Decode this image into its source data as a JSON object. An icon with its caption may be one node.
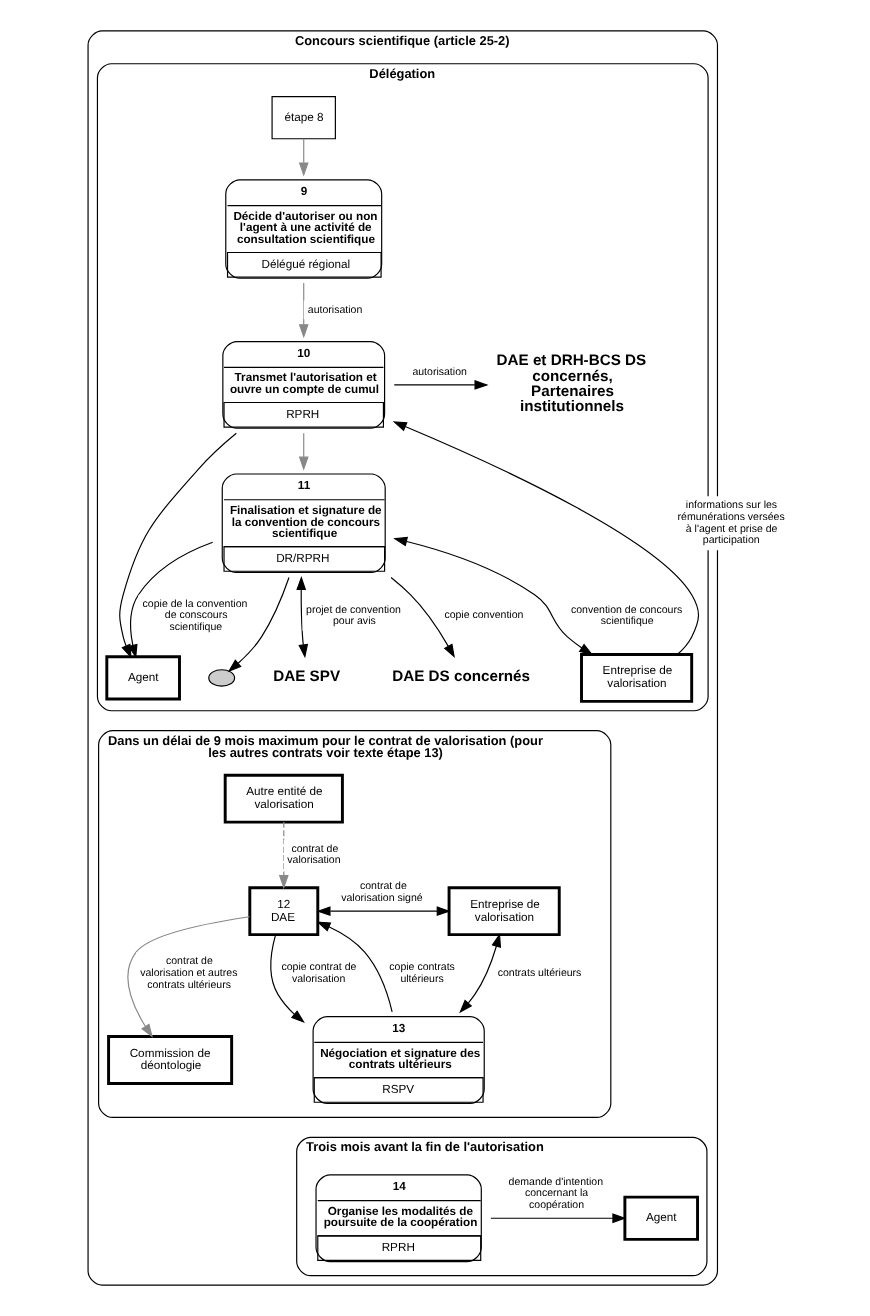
{
  "diagram": {
    "nodes": [
      {
        "text": [
          "Concours scientifique (article 25-2)"
        ]
      },
      {
        "text": [
          "Délégation"
        ],
        "in": 0
      },
      {
        "text": [
          "étape 8"
        ],
        "in": 1
      },
      {
        "text": [
          "9",
          "Décide d'autoriser ou non l'agent à une activité de consultation scientifique",
          "Délégué régional"
        ],
        "in": 1
      },
      {
        "text": [
          "DAE et DRH-BCS DS concernés, Partenaires institutionnels"
        ],
        "in": 1
      },
      {
        "text": [
          "10",
          "Transmet l'autorisation et ouvre un compte de cumul",
          "RPRH"
        ],
        "in": 1
      },
      {
        "text": [
          "Agent"
        ],
        "in": 1
      },
      {
        "text": [
          "DAE SPV"
        ],
        "in": 1
      },
      {
        "text": [
          "Entreprise de valorisation"
        ],
        "in": 1
      },
      {
        "text": [
          "11",
          "Finalisation et signature de la convention de concours scientifique",
          "DR/RPRH"
        ],
        "in": 1
      },
      {
        "text": [],
        "shape": "circle",
        "in": 1
      },
      {
        "text": [
          "DAE DS concernés"
        ],
        "in": 1
      },
      {
        "text": [
          "Dans un délai de 9 mois maximum pour le contrat de valorisation (pour les autres contrats voir texte étape 13)"
        ],
        "in": 0
      },
      {
        "text": [
          "Autre entité de valorisation"
        ],
        "in": 12
      },
      {
        "text": [
          "Entreprise de valorisation"
        ],
        "in": 12
      },
      {
        "text": [
          "12",
          "DAE"
        ],
        "in": 12
      },
      {
        "text": [
          "Commission de déontologie"
        ],
        "in": 12
      },
      {
        "text": [
          "13",
          "Négociation et signature des contrats ultérieurs",
          "RSPV"
        ],
        "in": 12
      },
      {
        "text": [
          "Trois mois avant la fin de l'autorisation"
        ],
        "in": 0
      },
      {
        "text": [
          "14",
          "Organise les modalités de poursuite de la coopération",
          "RPRH"
        ],
        "in": 18
      },
      {
        "text": [
          "Agent"
        ],
        "in": 18
      }
    ],
    "edges": [
      {
        "from": 2,
        "to": 3,
        "arrow": "to",
        "color": "#888888"
      },
      {
        "from": 3,
        "to": 5,
        "arrow": "to",
        "label": "autorisation",
        "color": "#888888"
      },
      {
        "from": 5,
        "to": 4,
        "arrow": "to",
        "label": "autorisation"
      },
      {
        "from": 5,
        "to": 6,
        "arrow": "to"
      },
      {
        "from": 8,
        "to": 5,
        "arrow": "to",
        "label": "informations sur les rémunérations versées à l'agent et prise de participation"
      },
      {
        "from": 5,
        "to": 9,
        "arrow": "to",
        "color": "#888888"
      },
      {
        "from": 9,
        "to": 7,
        "arrow": "both",
        "label": "projet de convention pour avis"
      },
      {
        "from": 9,
        "to": 8,
        "arrow": "both",
        "label": "convention de concours scientifique"
      },
      {
        "from": 9,
        "to": 6,
        "arrow": "to",
        "label": "copie de la convention de conscours scientifique"
      },
      {
        "from": 9,
        "to": 10,
        "arrow": "to"
      },
      {
        "from": 9,
        "to": 11,
        "arrow": "to",
        "label": "copie convention"
      },
      {
        "from": 13,
        "to": 15,
        "arrow": "to",
        "label": "contrat de valorisation",
        "style": "dashed",
        "color": "#888888"
      },
      {
        "from": 15,
        "to": 14,
        "arrow": "both",
        "label": "contrat de valorisation signé"
      },
      {
        "from": 15,
        "to": 16,
        "arrow": "to",
        "label": "contrat de valorisation et autres contrats ultérieurs",
        "color": "#888888"
      },
      {
        "from": 15,
        "to": 17,
        "arrow": "to",
        "label": "copie contrat de valorisation"
      },
      {
        "from": 17,
        "to": 15,
        "arrow": "to",
        "label": "copie contrats ultérieurs"
      },
      {
        "from": 17,
        "to": 14,
        "arrow": "both",
        "label": "contrats ultérieurs"
      },
      {
        "from": 19,
        "to": 20,
        "arrow": "to",
        "label": "demande d'intention concernant la coopération"
      }
    ]
  }
}
